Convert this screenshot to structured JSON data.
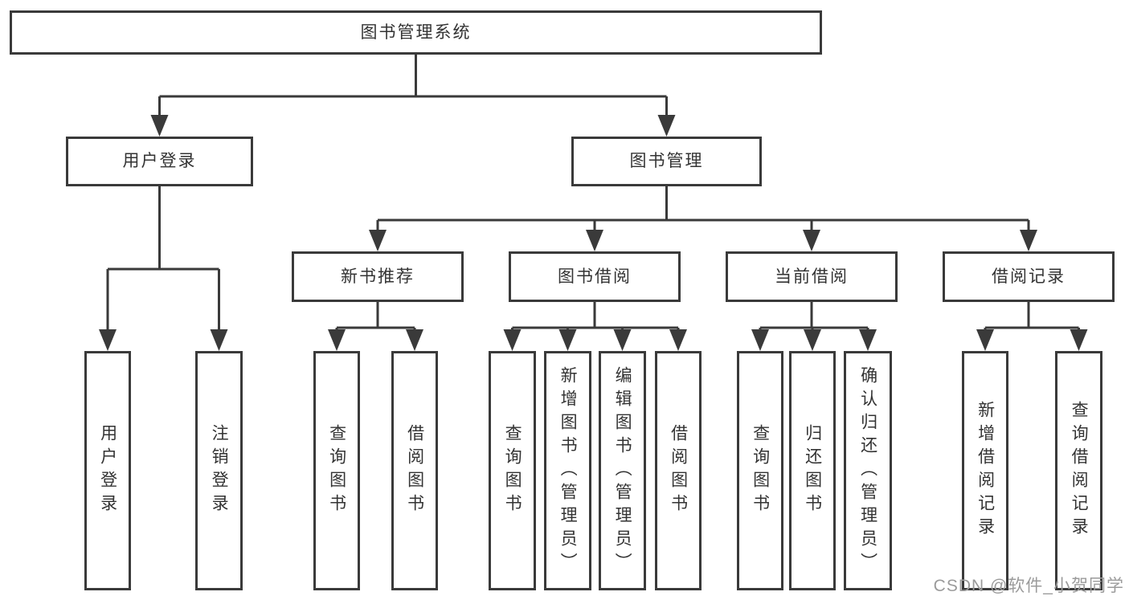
{
  "diagram": {
    "root": {
      "label": "图书管理系统"
    },
    "children": [
      {
        "label": "用户登录",
        "children": [
          {
            "label": "用户登录"
          },
          {
            "label": "注销登录"
          }
        ]
      },
      {
        "label": "图书管理",
        "children": [
          {
            "label": "新书推荐",
            "children": [
              {
                "label": "查询图书"
              },
              {
                "label": "借阅图书"
              }
            ]
          },
          {
            "label": "图书借阅",
            "children": [
              {
                "label": "查询图书"
              },
              {
                "label": "新增图书（管理员）"
              },
              {
                "label": "编辑图书（管理员）"
              },
              {
                "label": "借阅图书"
              }
            ]
          },
          {
            "label": "当前借阅",
            "children": [
              {
                "label": "查询图书"
              },
              {
                "label": "归还图书"
              },
              {
                "label": "确认归还（管理员）"
              }
            ]
          },
          {
            "label": "借阅记录",
            "children": [
              {
                "label": "新增借阅记录"
              },
              {
                "label": "查询借阅记录"
              }
            ]
          }
        ]
      }
    ],
    "watermark": {
      "text": "CSDN @软件_小贺同学"
    },
    "colors": {
      "line": "#3a3a3a",
      "text": "#333333",
      "watermark": "#9b9b9b",
      "background": "#ffffff"
    }
  }
}
